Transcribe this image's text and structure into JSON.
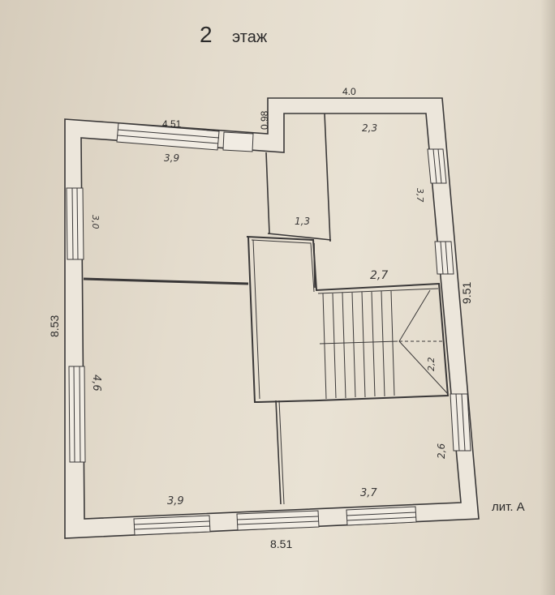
{
  "title": {
    "number": "2",
    "word": "этаж"
  },
  "liter": "лит. А",
  "dimensions": {
    "top_left_wall": "4.51",
    "top_step": "0.98",
    "top_right_wall": "4.0",
    "left_wall": "8.53",
    "right_wall": "9.51",
    "bottom_wall": "8.51"
  },
  "room_measurements": {
    "nw_room_width": "3,9",
    "nw_room_depth": "3,0",
    "corridor_width": "1,3",
    "ne_room_width": "2,3",
    "ne_room_depth": "3,7",
    "stair_landing_width": "2,7",
    "stair_depth": "2,2",
    "west_room_depth": "4,6",
    "sw_room_width": "3,9",
    "se_room_width": "3,7",
    "se_room_depth": "2,6"
  },
  "colors": {
    "paper": "#e6decf",
    "ink": "#2b2a2a",
    "wall_fill": "#ece6db"
  }
}
